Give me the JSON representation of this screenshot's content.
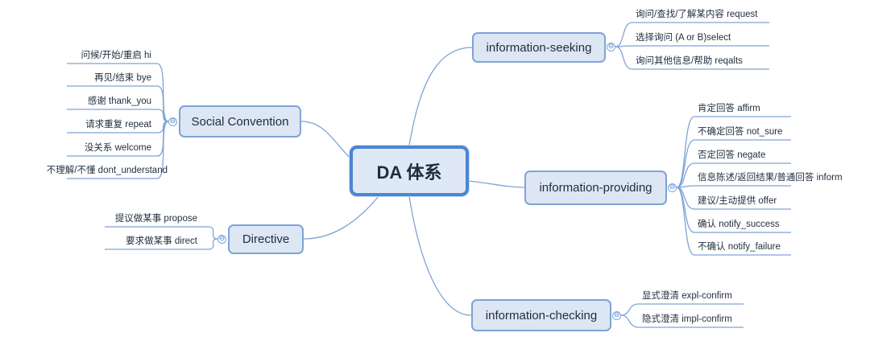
{
  "center": {
    "label": "DA 体系"
  },
  "branches": [
    {
      "key": "seeking",
      "label": "information-seeking",
      "side": "right",
      "collapse_icon": "⊖",
      "leaves": [
        "询问/查找/了解某内容 request",
        "选择询问 (A or B)select",
        "询问其他信息/帮助 reqalts"
      ]
    },
    {
      "key": "providing",
      "label": "information-providing",
      "side": "right",
      "collapse_icon": "⊖",
      "leaves": [
        "肯定回答 affirm",
        "不确定回答 not_sure",
        "否定回答 negate",
        "信息陈述/返回结果/普通回答 inform",
        "建议/主动提供 offer",
        "确认 notify_success",
        "不确认 notify_failure"
      ]
    },
    {
      "key": "checking",
      "label": "information-checking",
      "side": "right",
      "collapse_icon": "⊖",
      "leaves": [
        "显式澄清 expl-confirm",
        "隐式澄清 impl-confirm"
      ]
    },
    {
      "key": "social",
      "label": "Social Convention",
      "side": "left",
      "collapse_icon": "⊖",
      "leaves": [
        "问候/开始/重启 hi",
        "再见/结束 bye",
        "感谢 thank_you",
        "请求重复 repeat",
        "没关系 welcome",
        "不理解/不懂   dont_understand"
      ]
    },
    {
      "key": "directive",
      "label": "Directive",
      "side": "left",
      "collapse_icon": "⊖",
      "leaves": [
        "提议做某事 propose",
        "要求做某事 direct"
      ]
    }
  ],
  "colors": {
    "line": "#7ea4d6",
    "center_border": "#4a86d4",
    "node_fill": "#dde6f3"
  }
}
